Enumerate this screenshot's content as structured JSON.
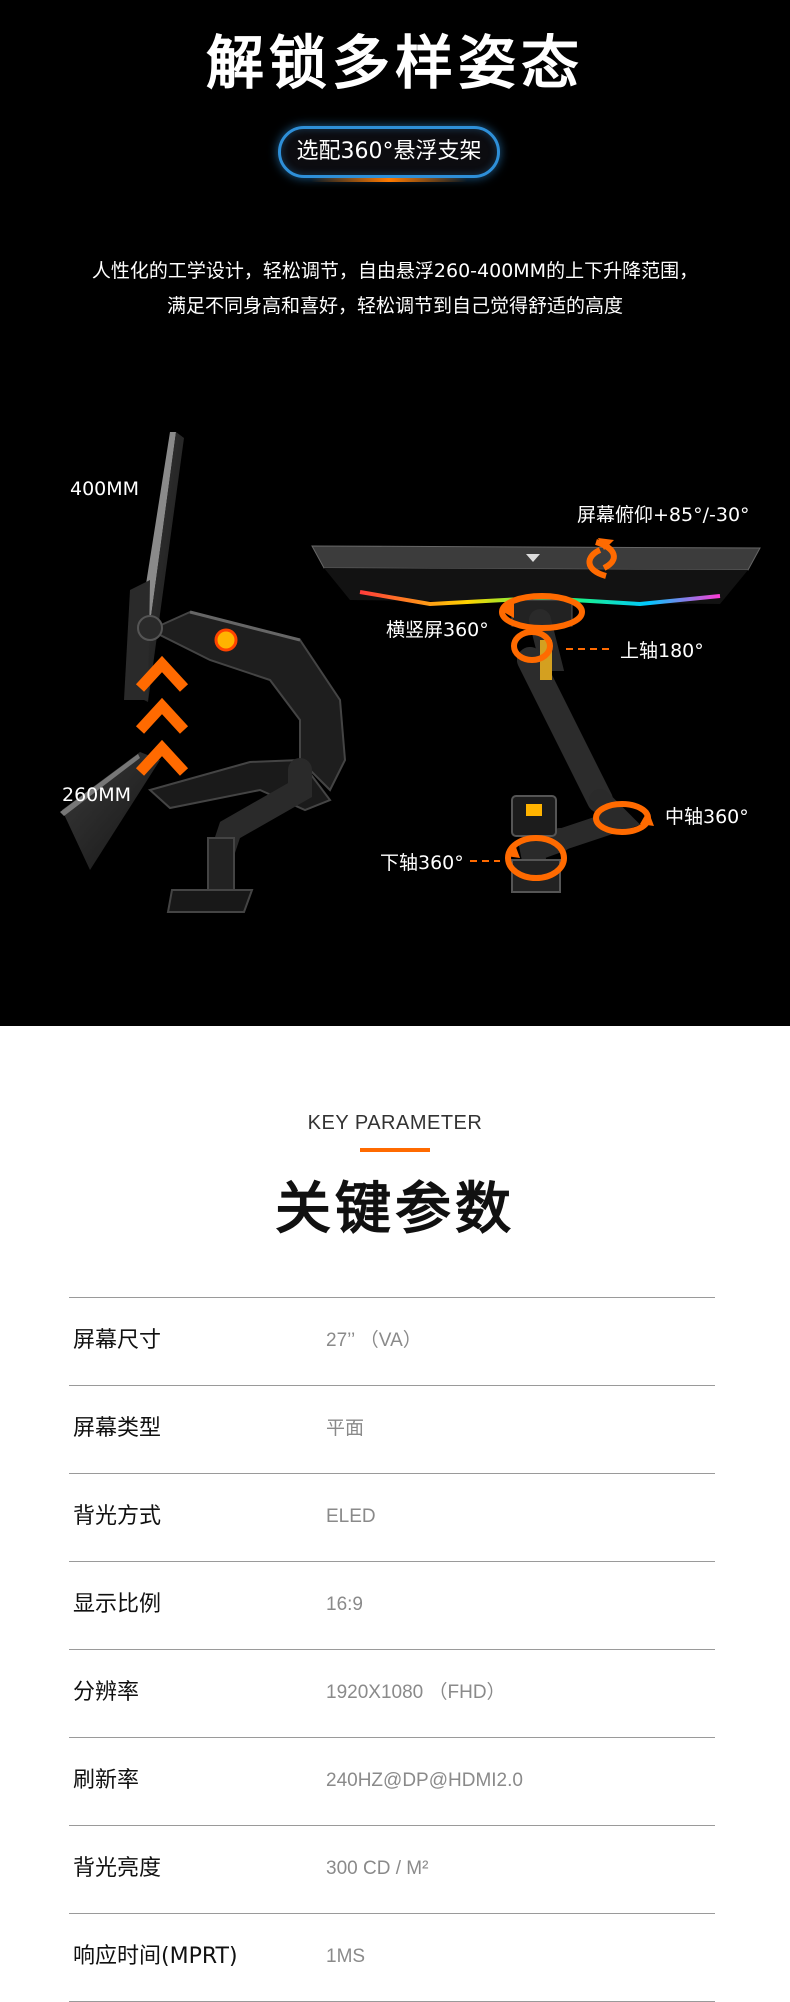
{
  "hero": {
    "title": "解锁多样姿态",
    "badge": "选配360°悬浮支架",
    "desc_lines": [
      "人性化的工学设计，轻松调节，自由悬浮260-400MM的上下升降范围，",
      "满足不同身高和喜好，轻松调节到自己觉得舒适的高度"
    ],
    "labels": {
      "height_max": "400MM",
      "height_min": "260MM",
      "tilt": "屏幕俯仰+85°/-30°",
      "rotate": "横竖屏360°",
      "upper_axis": "上轴180°",
      "middle_axis": "中轴360°",
      "lower_axis": "下轴360°"
    },
    "colors": {
      "accent": "#ff6a00",
      "glow": "#2e8fd8"
    }
  },
  "params": {
    "subtitle": "KEY PARAMETER",
    "title": "关键参数",
    "rows": [
      {
        "key": "屏幕尺寸",
        "value": "27’’ （VA）"
      },
      {
        "key": "屏幕类型",
        "value": "平面"
      },
      {
        "key": "背光方式",
        "value": "ELED"
      },
      {
        "key": "显示比例",
        "value": "16:9"
      },
      {
        "key": "分辨率",
        "value": "1920X1080 （FHD）"
      },
      {
        "key": "刷新率",
        "value": "240HZ@DP@HDMI2.0"
      },
      {
        "key": "背光亮度",
        "value": "300 CD / M²"
      },
      {
        "key": "响应时间(MPRT)",
        "value": "1MS"
      }
    ]
  }
}
